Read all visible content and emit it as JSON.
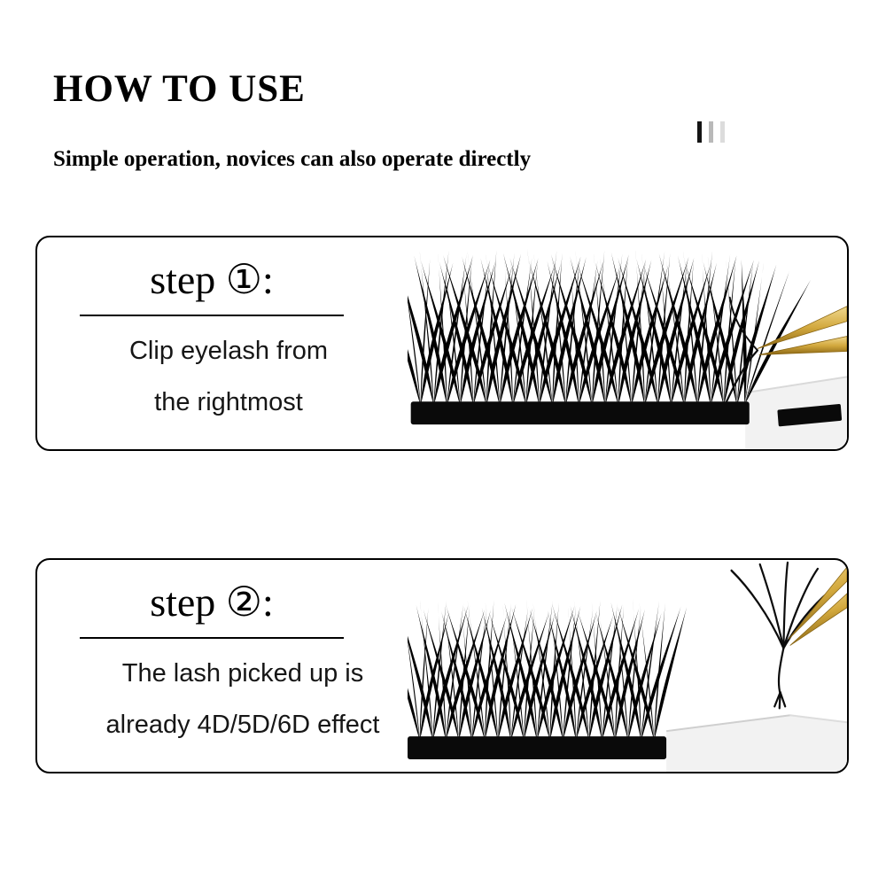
{
  "header": {
    "title": "HOW TO USE",
    "subtitle": "Simple operation, novices can also operate directly",
    "decor_icon": "triple-vertical-bars"
  },
  "steps": [
    {
      "label": "step ①:",
      "line1": "Clip eyelash from",
      "line2": "the rightmost",
      "photo": "lash-tray-with-gold-tweezers-picking-rightmost-lash"
    },
    {
      "label": "step ②:",
      "line1": "The lash picked up is",
      "line2": "already 4D/5D/6D effect",
      "photo": "gold-tweezers-holding-premade-volume-fan-above-lash-tray"
    }
  ],
  "colors": {
    "lash_black": "#0d0d0d",
    "strip_black": "#0a0a0a",
    "tweezer_gold_light": "#f0d98f",
    "tweezer_gold_mid": "#d3a93e",
    "tweezer_gold_dark": "#8a6614",
    "foam_white": "#f2f2f2",
    "bar_dark": "#141414",
    "bar_gray": "#b9b9b9"
  }
}
